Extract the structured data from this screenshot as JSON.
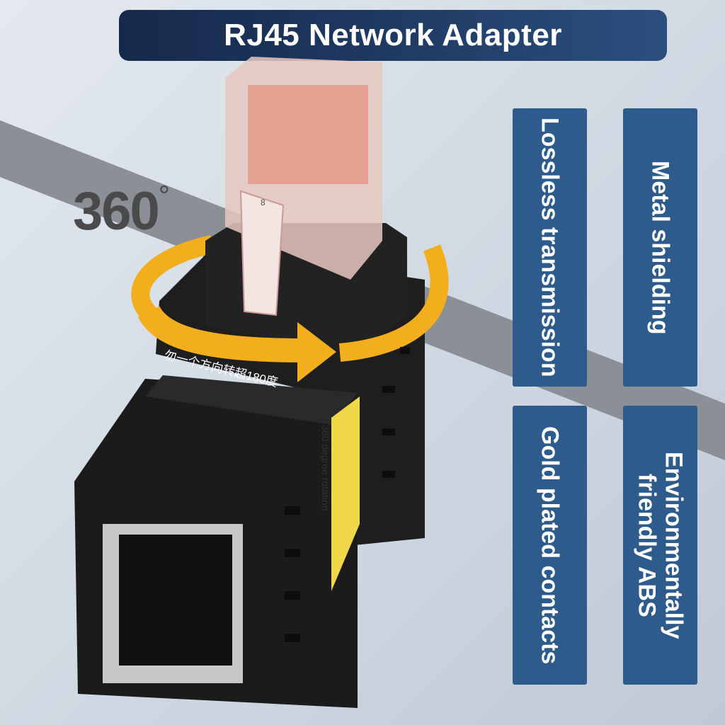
{
  "title": "RJ45 Network Adapter",
  "rotation_label": {
    "value": "360",
    "unit": "°"
  },
  "features": [
    {
      "label": "Lossless transmission"
    },
    {
      "label": "Metal shielding"
    },
    {
      "label": "Gold plated contacts"
    },
    {
      "label": "Environmentally\nfriendly ABS"
    }
  ],
  "device_labels": {
    "top_text": "勿一个方向转超180度",
    "side_text": "360 degree rotation"
  },
  "plug_marking": "8",
  "colors": {
    "banner": "#1f3a63",
    "feature_box": "#2d5b8c",
    "arrow": "#f2ae1c",
    "label_strip": "#f0d84a"
  }
}
